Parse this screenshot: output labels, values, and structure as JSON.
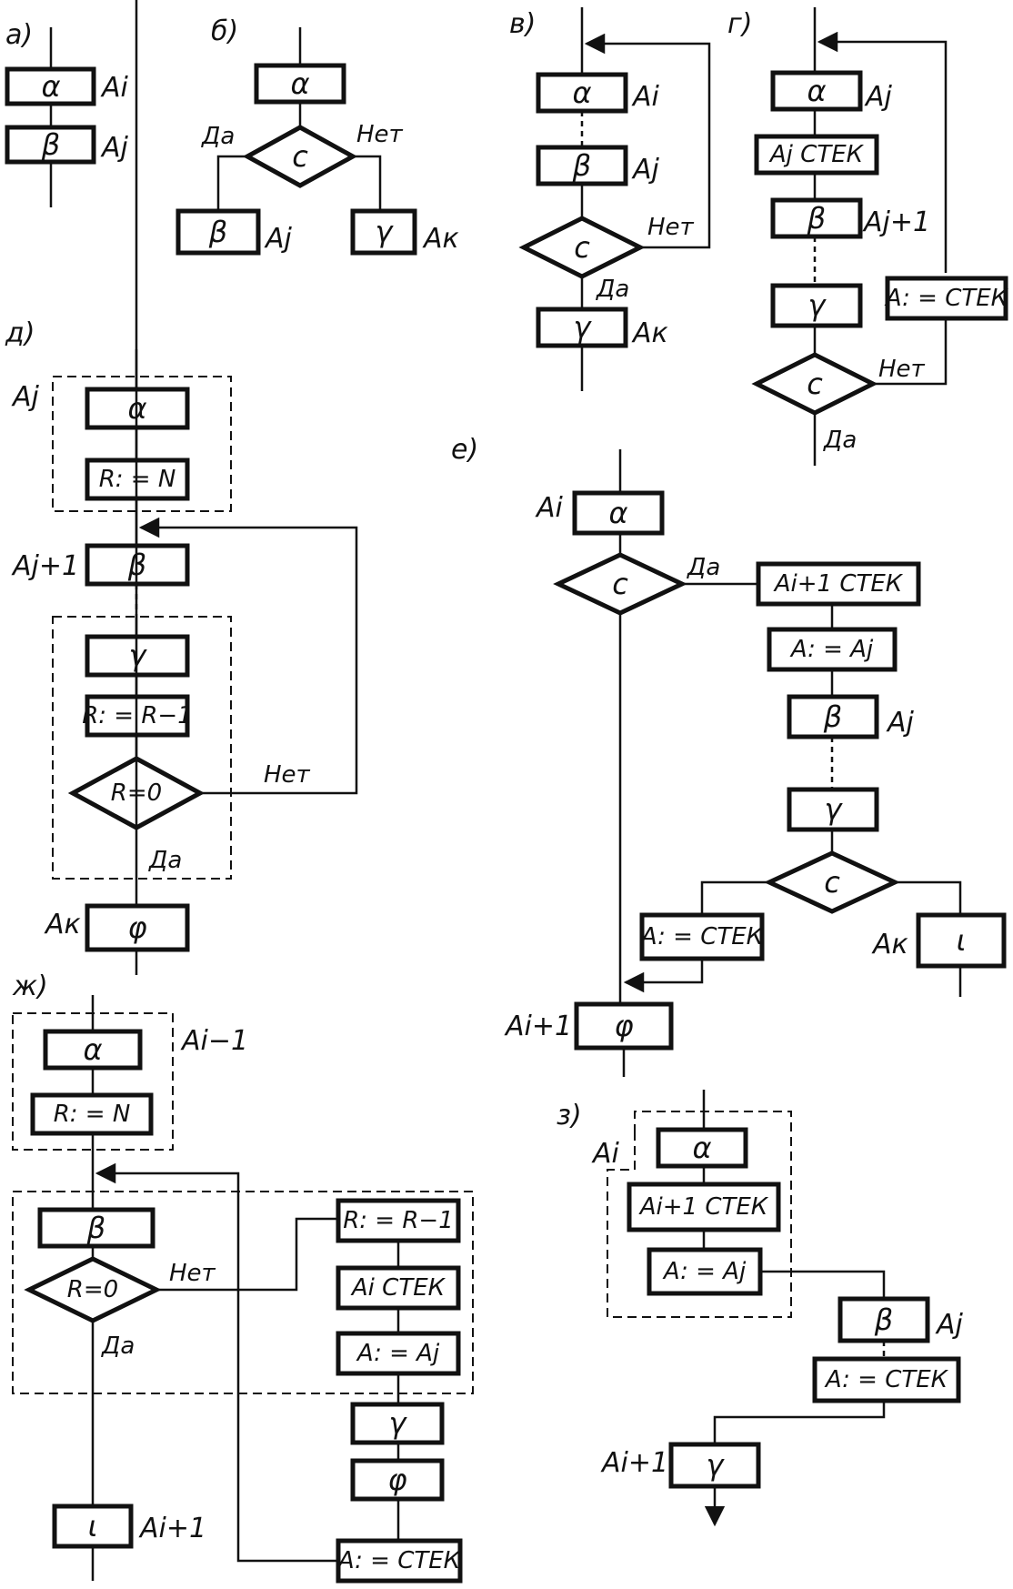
{
  "panels": {
    "a": "а)",
    "b": "б)",
    "v": "в)",
    "g": "г)",
    "d": "д)",
    "e": "е)",
    "zh": "ж)",
    "z": "з)"
  },
  "sym": {
    "alpha": "α",
    "beta": "β",
    "gamma": "γ",
    "phi": "φ",
    "iota": "ι",
    "c": "c"
  },
  "branch": {
    "yes": "Да",
    "no": "Нет"
  },
  "ops": {
    "r_eq_n": "R: = N",
    "r_dec": "R: = R−1",
    "r_zero": "R=0",
    "a_stack": "A: = СТЕК",
    "a_aj": "A: = Aj",
    "aj_stack": "Aj  СТЕК",
    "ai_stack": "Ai  СТЕК",
    "ai1_stack": "Ai+1  СТЕК"
  },
  "labels": {
    "ai": "Ai",
    "aj": "Aj",
    "ak": "Aк",
    "aj1": "Aj+1",
    "ai1": "Ai+1",
    "aim1": "Ai−1"
  }
}
